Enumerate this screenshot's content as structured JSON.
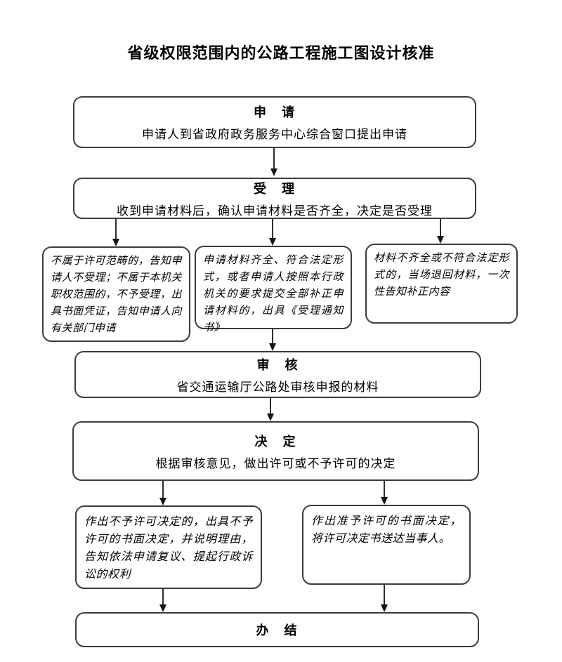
{
  "title": "省级权限范围内的公路工程施工图设计核准",
  "colors": {
    "border": "#3c3c3c",
    "arrow": "#141414",
    "text": "#000000",
    "background": "#ffffff"
  },
  "nodes": {
    "apply": {
      "heading": "申　请",
      "body": "申请人到省政府政务服务中心综合窗口提出申请"
    },
    "accept": {
      "heading": "受　理",
      "body": "收到申请材料后，确认申请材料是否齐全，决定是否受理"
    },
    "not_accepted": {
      "body": "不属于许可范畴的，告知申请人不受理；不属于本机关职权范围的，不予受理，出具书面凭证，告知申请人向有关部门申请"
    },
    "accept_notice": {
      "body": "申请材料齐全、符合法定形式，或者申请人按照本行政机关的要求提交全部补正申请材料的，出具《受理通知书》"
    },
    "return_materials": {
      "body": "材料不齐全或不符合法定形式的，当场退回材料，一次性告知补正内容"
    },
    "review": {
      "heading": "审　核",
      "body": "省交通运输厅公路处审核申报的材料"
    },
    "decision": {
      "heading": "决　定",
      "body": "根据审核意见，做出许可或不予许可的决定"
    },
    "deny": {
      "body": "作出不予许可决定的，出具不予许可的书面决定，并说明理由，告知依法申请复议、提起行政诉讼的权利"
    },
    "grant": {
      "body": "作出准予许可的书面决定，将许可决定书送达当事人。"
    },
    "complete": {
      "heading": "办　结"
    }
  }
}
